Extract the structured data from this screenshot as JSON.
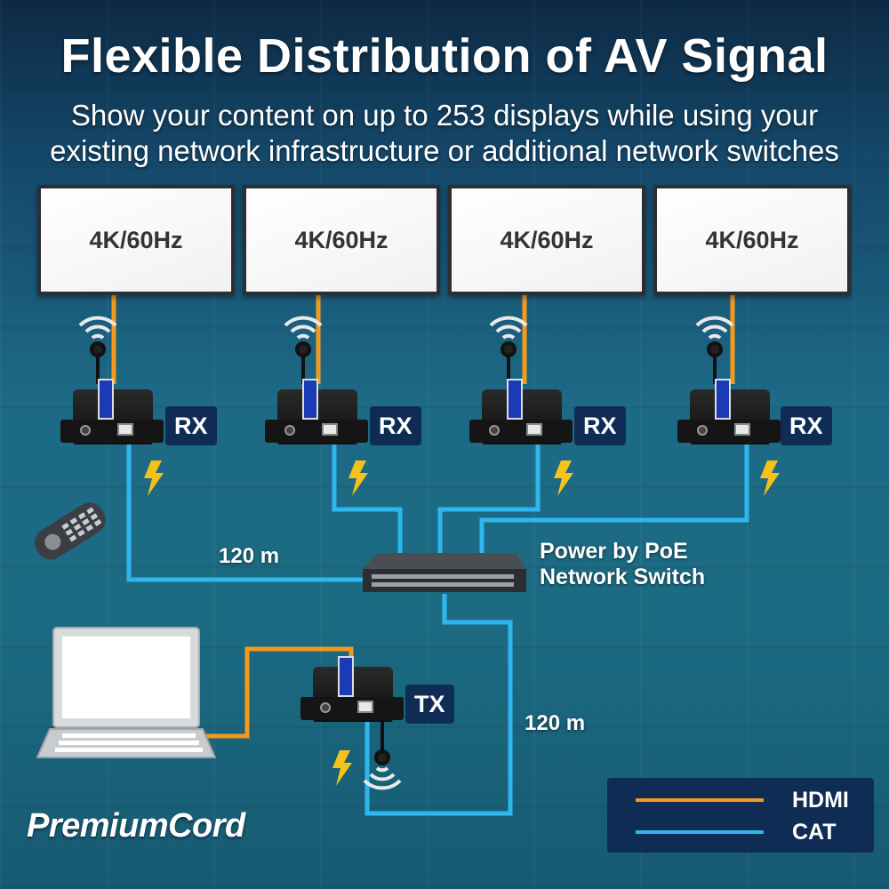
{
  "title": "Flexible Distribution of AV Signal",
  "subtitle_line1": "Show your content on up to 253 displays while using your",
  "subtitle_line2": "existing network infrastructure or additional network switches",
  "displays": [
    {
      "label": "4K/60Hz"
    },
    {
      "label": "4K/60Hz"
    },
    {
      "label": "4K/60Hz"
    },
    {
      "label": "4K/60Hz"
    }
  ],
  "receivers": [
    {
      "label": "RX"
    },
    {
      "label": "RX"
    },
    {
      "label": "RX"
    },
    {
      "label": "RX"
    }
  ],
  "transmitter": {
    "label": "TX"
  },
  "distance_left": "120 m",
  "distance_bottom": "120 m",
  "switch_label_line1": "Power by PoE",
  "switch_label_line2": "Network Switch",
  "legend": {
    "hdmi": {
      "label": "HDMI",
      "color": "#f39a1e"
    },
    "cat": {
      "label": "CAT",
      "color": "#2fb6ee"
    }
  },
  "brand": "PremiumCord",
  "icons": [
    "wifi-icon",
    "lightning-icon",
    "remote-control-icon",
    "laptop-icon",
    "network-switch-icon"
  ]
}
